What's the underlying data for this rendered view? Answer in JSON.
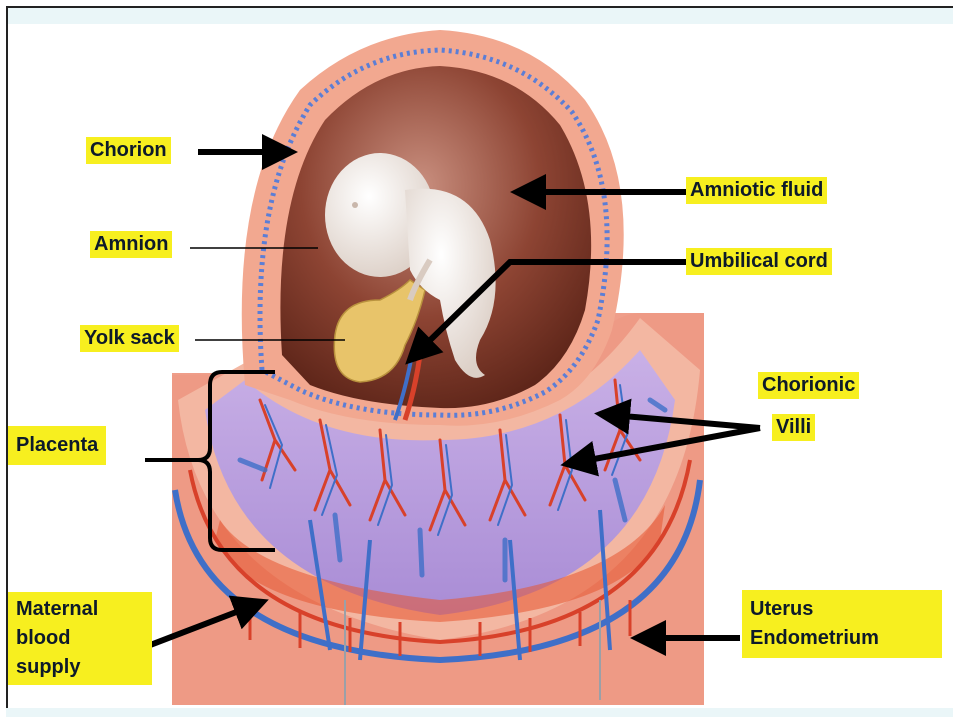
{
  "labels": {
    "chorion": "Chorion",
    "amnion": "Amnion",
    "yolk_sack": "Yolk sack",
    "amniotic_fluid": "Amniotic fluid",
    "umbilical_cord": "Umbilical cord",
    "chorionic_villi_line1": "Chorionic",
    "chorionic_villi_line2": "Villi",
    "placenta": "Placenta",
    "maternal_line1": "Maternal",
    "maternal_line2": "blood",
    "maternal_line3": "supply",
    "uterus_line1": "Uterus",
    "uterus_line2": "Endometrium"
  },
  "colors": {
    "label_bg": "#f7ef1f",
    "tissue": "#f0a892",
    "amniotic_cavity": "#7a3a2a",
    "villi_space": "#b79be0",
    "artery": "#d8412a",
    "vein": "#3f6fc8",
    "embryo": "#f3ebe4",
    "yolk": "#e8c46a"
  }
}
